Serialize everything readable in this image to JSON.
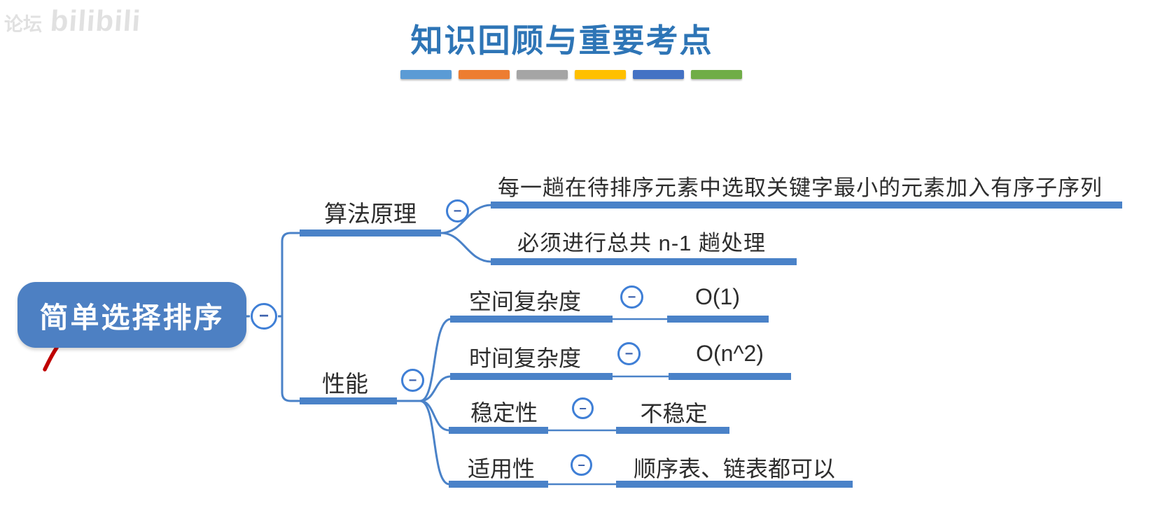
{
  "watermark": {
    "prefix": "论坛",
    "brand": "bilibili"
  },
  "title": "知识回顾与重要考点",
  "divider_colors": [
    "#5B9BD5",
    "#ED7D31",
    "#A5A5A5",
    "#FFC000",
    "#4472C4",
    "#70AD47"
  ],
  "mindmap": {
    "collapse_glyph": "−",
    "root": {
      "label": "简单选择排序"
    },
    "branches": [
      {
        "label": "算法原理",
        "leaves": [
          "每一趟在待排序元素中选取关键字最小的元素加入有序子序列",
          "必须进行总共 n-1 趟处理"
        ]
      },
      {
        "label": "性能",
        "rows": [
          {
            "label": "空间复杂度",
            "value": "O(1)"
          },
          {
            "label": "时间复杂度",
            "value": "O(n^2)"
          },
          {
            "label": "稳定性",
            "value": "不稳定"
          },
          {
            "label": "适用性",
            "value": "顺序表、链表都可以"
          }
        ]
      }
    ]
  },
  "colors": {
    "line_blue": "#4a82c8",
    "node_fill": "#4d80c3",
    "node_text": "#ffffff",
    "title_blue": "#2e75b6",
    "text_dark": "#2d2d2d",
    "circle_border": "#3f7fd6",
    "minus_color": "#3d62ad",
    "annotation_red": "#c00000",
    "watermark_gray": "#c9c9c9"
  }
}
